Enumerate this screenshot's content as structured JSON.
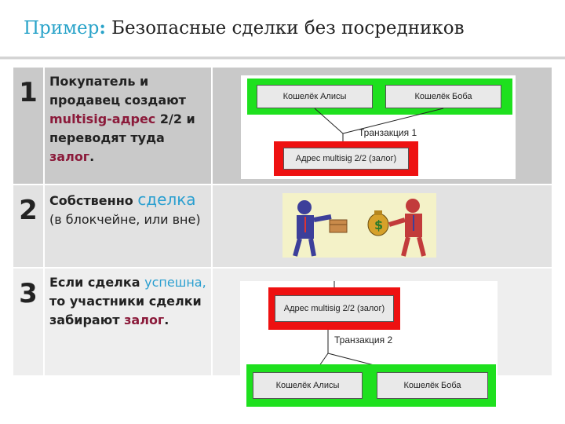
{
  "header": {
    "prefix": "Пример",
    "colon": ":",
    "title": "Безопасные сделки без посредников"
  },
  "rows": [
    {
      "number": "1",
      "text_a": "Покупатель и продавец создают ",
      "text_b": "multisig-адрес",
      "text_c": " 2/2 и переводят туда ",
      "text_d": "залог",
      "text_e": "."
    },
    {
      "number": "2",
      "text_a": "Собственно ",
      "text_b": "сделка",
      "text_c": " (в блокчейне, или вне)"
    },
    {
      "number": "3",
      "text_a": "Если сделка ",
      "text_b": "успешна,",
      "text_c": " то участники сделки забирают ",
      "text_d": "залог",
      "text_e": "."
    }
  ],
  "diagram1": {
    "wallet_alice": "Кошелёк Алисы",
    "wallet_bob": "Кошелёк Боба",
    "tx_label": "Транзакция 1",
    "multisig": "Адрес multisig 2/2 (залог)"
  },
  "diagram2": {
    "multisig": "Адрес multisig 2/2 (залог)",
    "tx_label": "Транзакция 2",
    "wallet_alice": "Кошелёк Алисы",
    "wallet_bob": "Кошелёк Боба"
  },
  "deal_image": {
    "icon_money": "money-bag-icon",
    "icon_box": "package-icon",
    "money_symbol": "$"
  },
  "colors": {
    "accent_blue": "#29a3c9",
    "highlight_red": "#8b1a3a",
    "frame_green": "#1ee01e",
    "frame_red": "#ee1111"
  }
}
